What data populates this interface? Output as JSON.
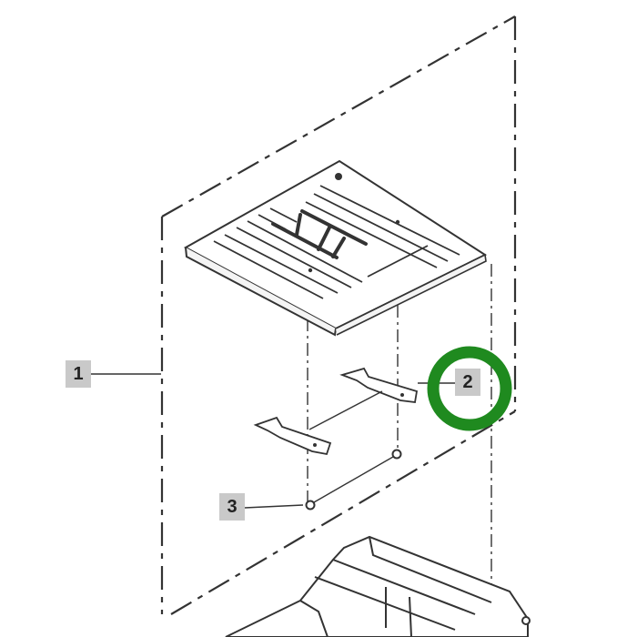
{
  "callouts": [
    {
      "number": "1",
      "part": "frame-assembly"
    },
    {
      "number": "2",
      "part": "mounting-clip"
    },
    {
      "number": "3",
      "part": "screw"
    }
  ],
  "highlight": {
    "target_callout": "2",
    "color": "#1f8a1f"
  },
  "colors": {
    "line": "#333333",
    "label_bg": "#c9c9c9",
    "label_text": "#222222",
    "background": "#ffffff"
  }
}
